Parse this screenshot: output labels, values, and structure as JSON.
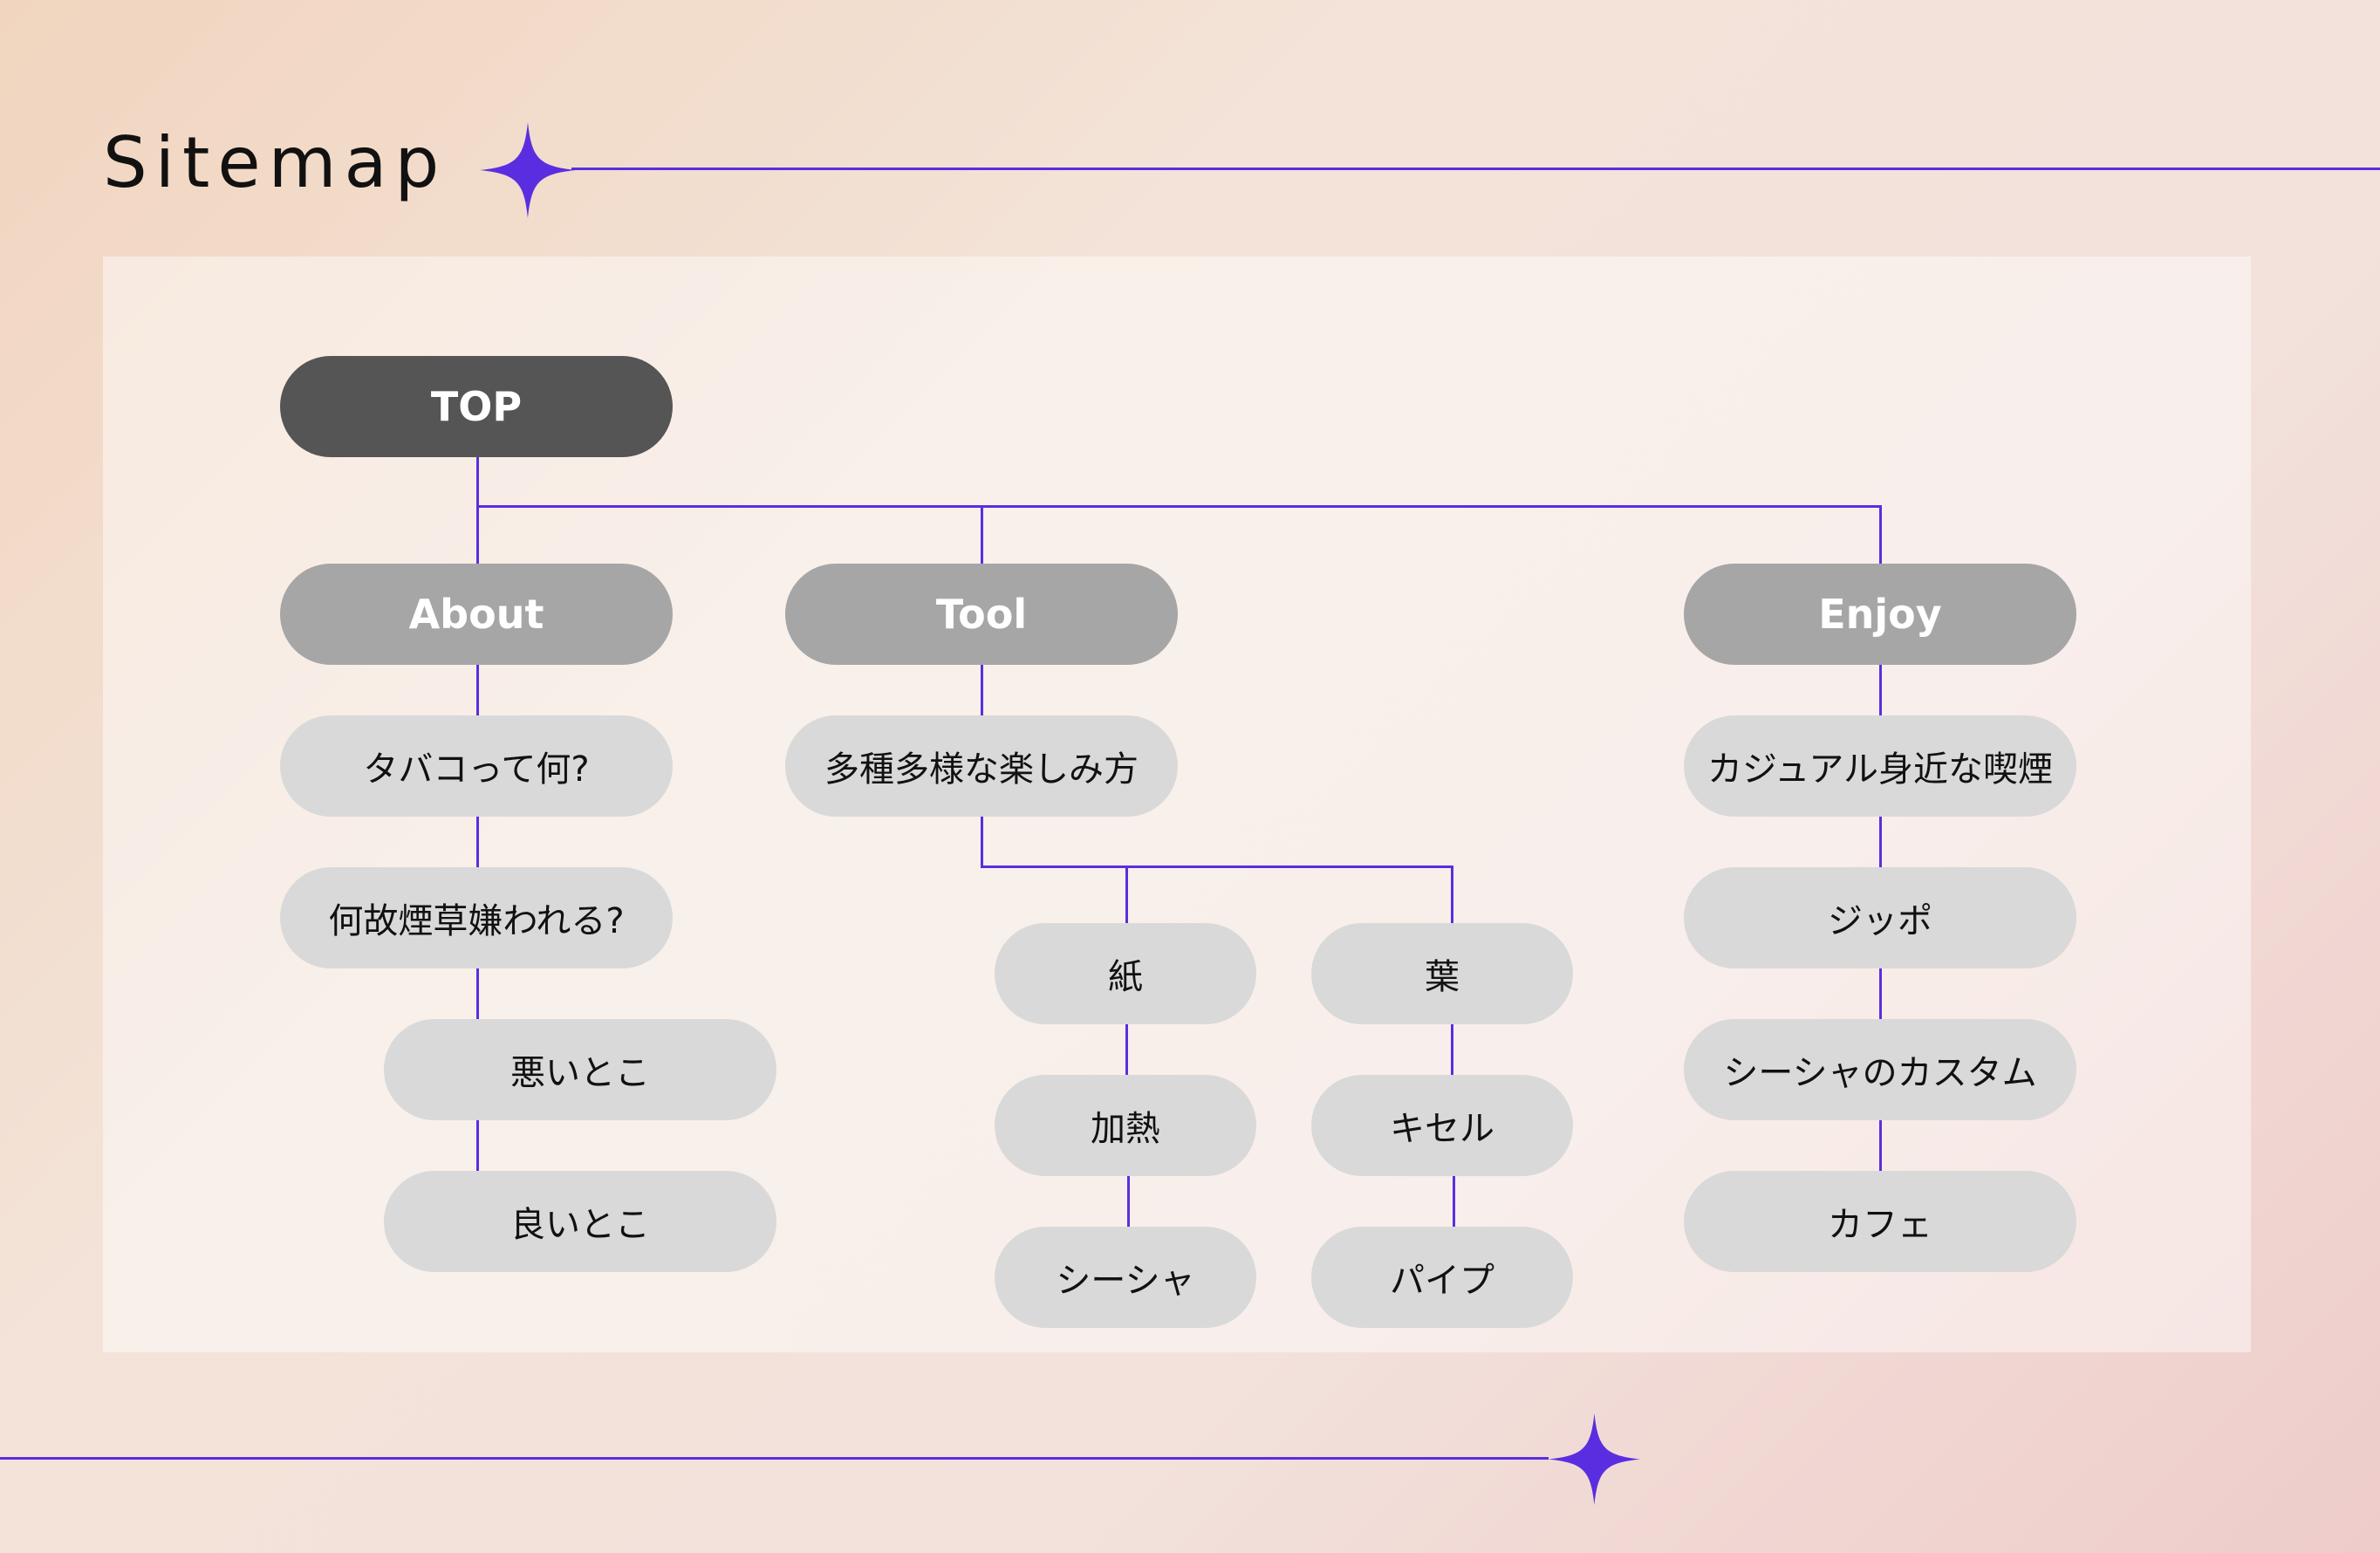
{
  "title": "Sitemap",
  "colors": {
    "accent": "#5a2ee0",
    "root_node": "#555555",
    "category_node": "#a6a6a6",
    "leaf_node": "#d9d9d9"
  },
  "tree": {
    "root": "TOP",
    "about": {
      "label": "About",
      "children": [
        "タバコって何?",
        "何故煙草嫌われる?",
        "悪いとこ",
        "良いとこ"
      ]
    },
    "tool": {
      "label": "Tool",
      "child": "多種多様な楽しみ方",
      "branch_a": [
        "紙",
        "加熱",
        "シーシャ"
      ],
      "branch_b": [
        "葉",
        "キセル",
        "パイプ"
      ]
    },
    "enjoy": {
      "label": "Enjoy",
      "children": [
        "カジュアル身近な喫煙",
        "ジッポ",
        "シーシャのカスタム",
        "カフェ"
      ]
    }
  }
}
